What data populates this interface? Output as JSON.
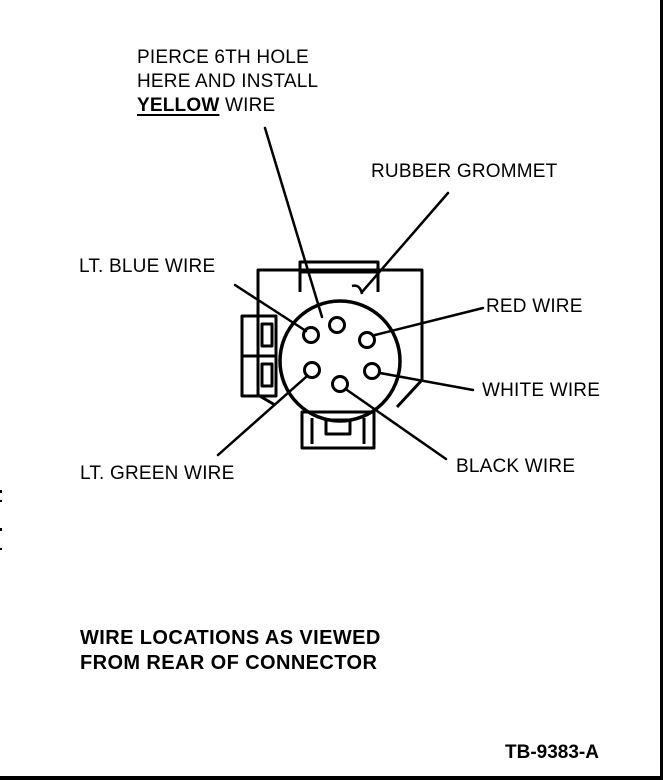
{
  "labels": {
    "pierce_line1": "PIERCE 6TH HOLE",
    "pierce_line2": "HERE AND INSTALL",
    "pierce_line3_bold": "YELLOW",
    "pierce_line3_rest": " WIRE",
    "rubber_grommet": "RUBBER GROMMET",
    "lt_blue": "LT. BLUE WIRE",
    "red": "RED WIRE",
    "white": "WHITE WIRE",
    "black": "BLACK WIRE",
    "lt_green": "LT. GREEN WIRE"
  },
  "note": {
    "line1": "WIRE LOCATIONS AS VIEWED",
    "line2": "FROM REAR OF CONNECTOR"
  },
  "figure_code": "TB-9383-A"
}
